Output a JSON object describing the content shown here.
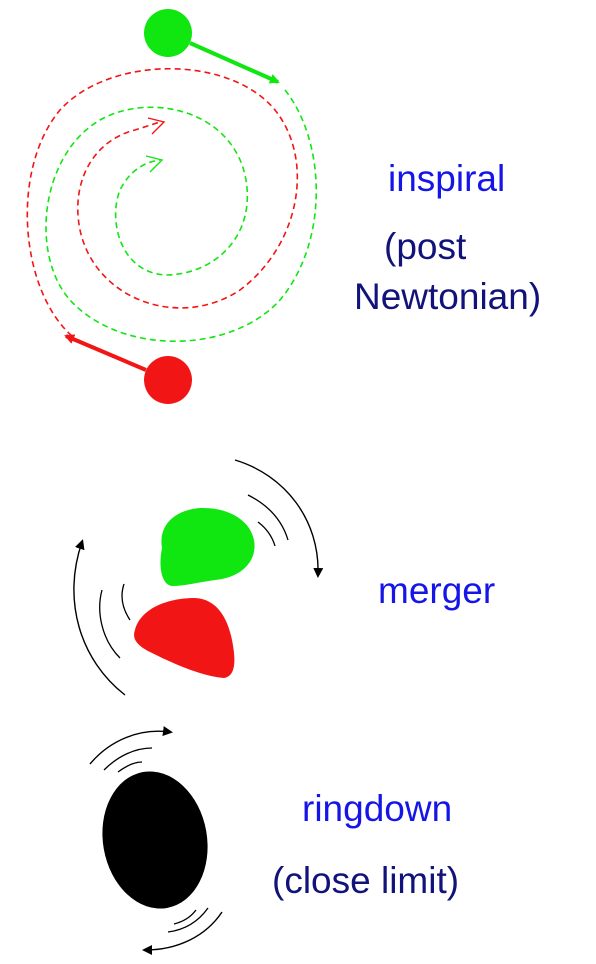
{
  "colors": {
    "green": "#10e610",
    "red": "#f21515",
    "black": "#000000",
    "label_blue": "#1515e8",
    "label_navy": "#11127a"
  },
  "stages": [
    {
      "name": "inspiral",
      "label": "inspiral",
      "sublabel_line1": "(post",
      "sublabel_line2": "Newtonian)"
    },
    {
      "name": "merger",
      "label": "merger"
    },
    {
      "name": "ringdown",
      "label": "ringdown",
      "sublabel": "(close limit)"
    }
  ]
}
